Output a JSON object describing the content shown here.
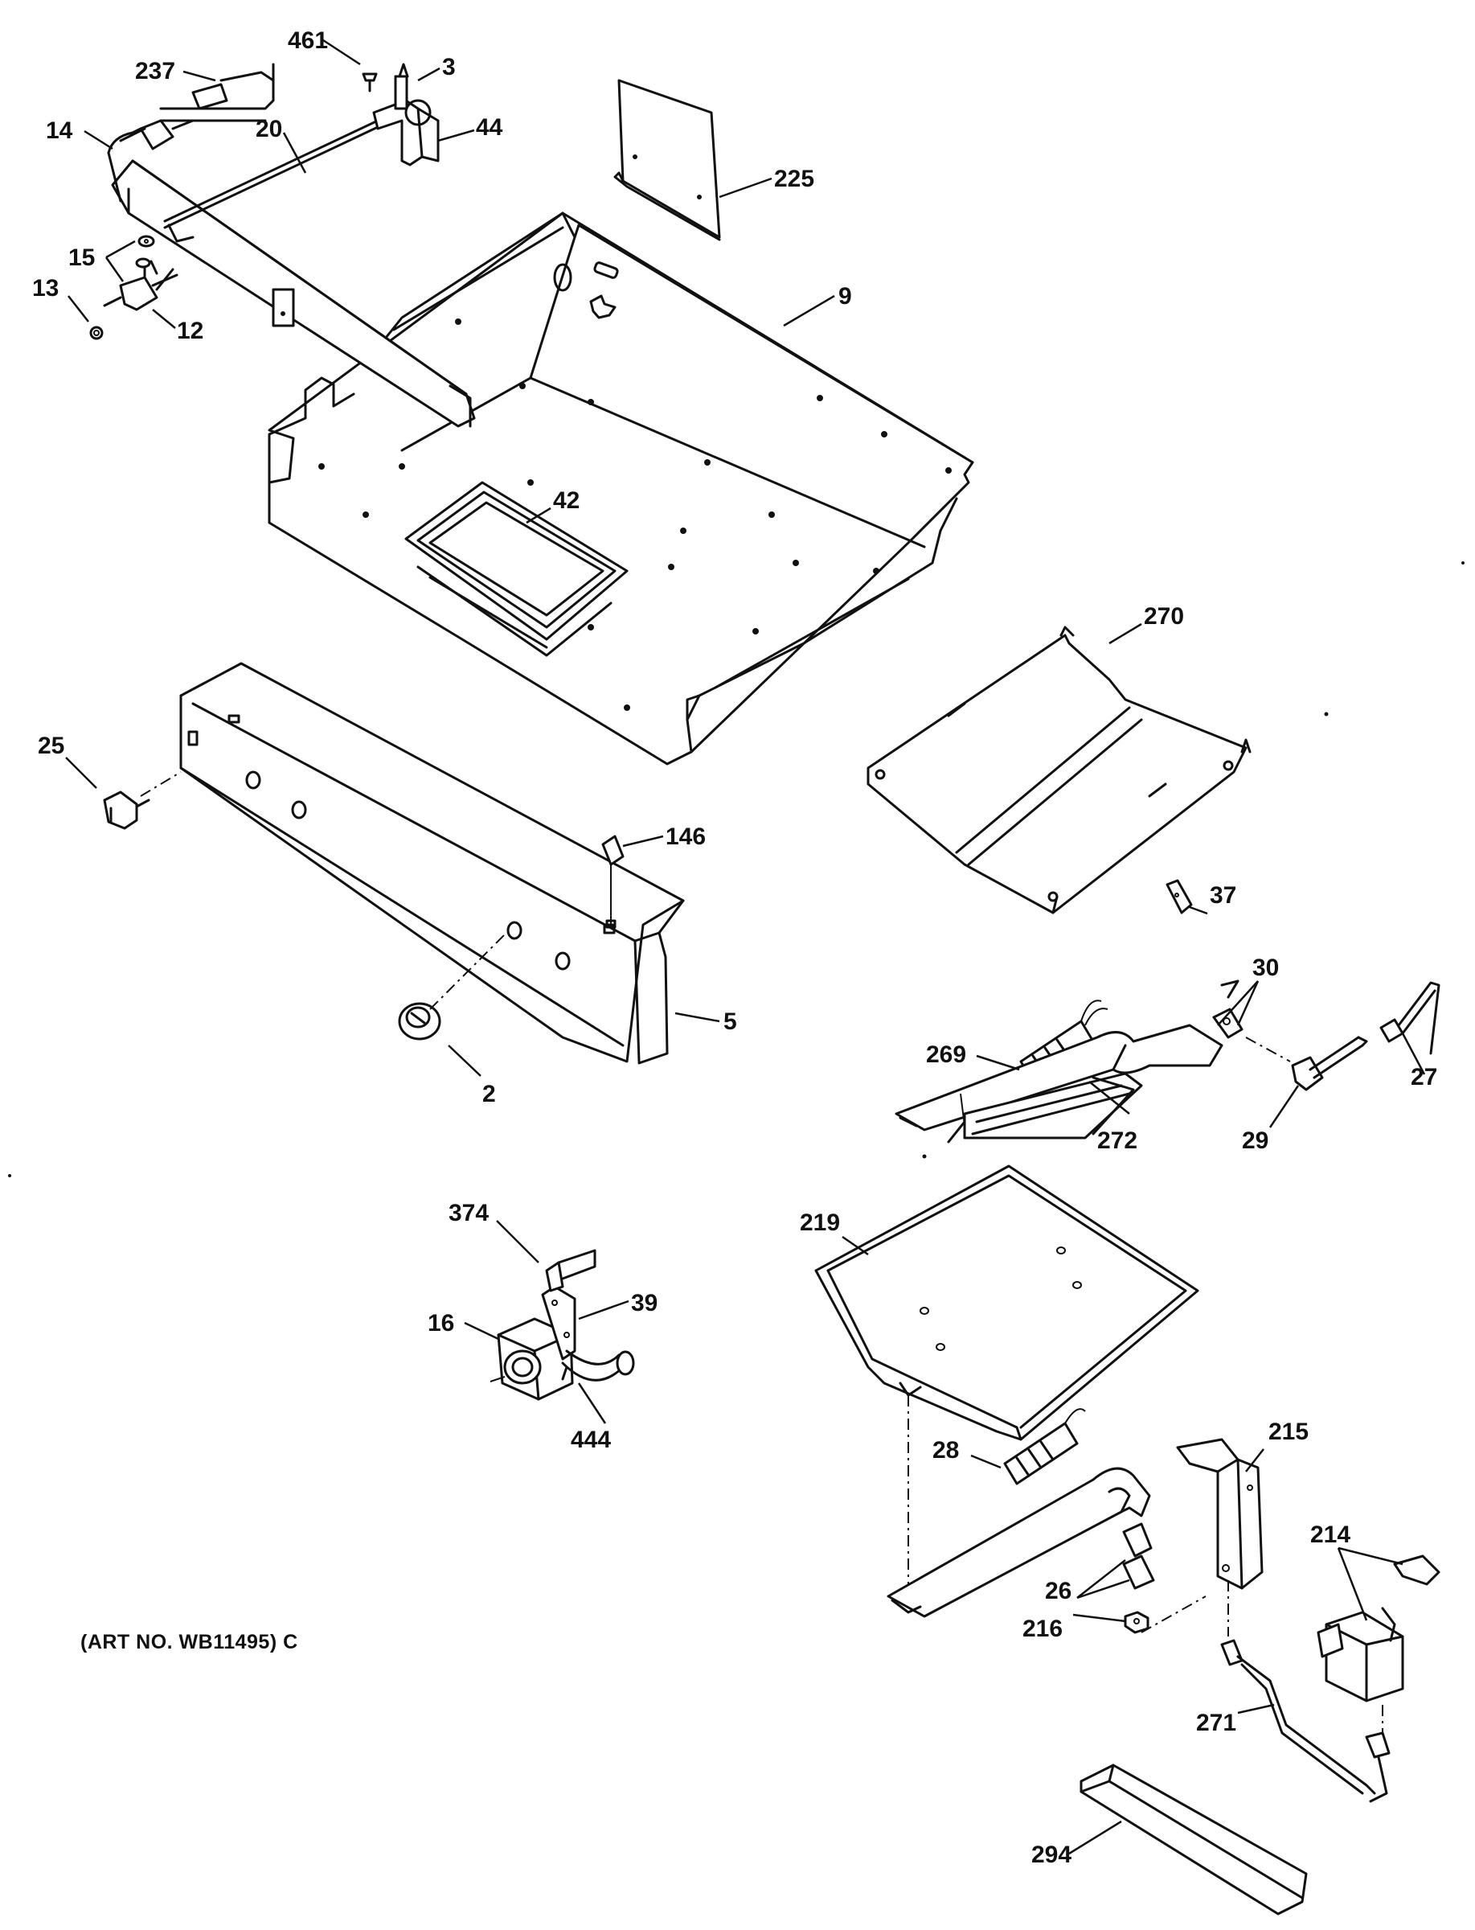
{
  "art_number": "(ART NO. WB11495) C",
  "callouts": {
    "p461": "461",
    "p237": "237",
    "p3": "3",
    "p14": "14",
    "p20": "20",
    "p44": "44",
    "p225": "225",
    "p15": "15",
    "p13": "13",
    "p12": "12",
    "p9": "9",
    "p42": "42",
    "p270": "270",
    "p25": "25",
    "p146": "146",
    "p5": "5",
    "p2": "2",
    "p37": "37",
    "p269": "269",
    "p30": "30",
    "p27": "27",
    "p272": "272",
    "p29": "29",
    "p374": "374",
    "p219": "219",
    "p39": "39",
    "p16": "16",
    "p444": "444",
    "p215": "215",
    "p28": "28",
    "p214": "214",
    "p26": "26",
    "p216": "216",
    "p271": "271",
    "p294": "294"
  }
}
